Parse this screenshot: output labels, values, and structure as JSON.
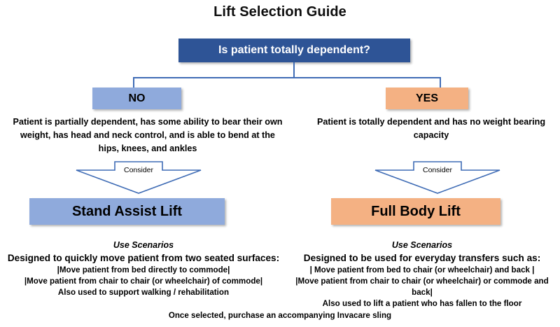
{
  "title": "Lift Selection Guide",
  "colors": {
    "root_box": "#2e5496",
    "blue_branch": "#8faadc",
    "orange_branch": "#f4b183",
    "connector_line": "#3f6cb5",
    "text": "#000000",
    "root_text": "#ffffff",
    "background": "#ffffff"
  },
  "root": {
    "label": "Is patient totally dependent?"
  },
  "branches": {
    "left": {
      "answer_label": "NO",
      "description": "Patient is partially dependent, has some ability to bear their own weight, has head and neck control, and is able to bend at the hips, knees, and ankles",
      "connector_label": "Consider",
      "recommendation": "Stand Assist Lift",
      "scenarios": {
        "heading": "Use Scenarios",
        "lead": "Designed to quickly move patient from two seated surfaces:",
        "items": [
          "|Move patient from bed directly to commode|",
          "|Move patient from chair to chair (or wheelchair) of commode|",
          "Also used to support walking / rehabilitation"
        ]
      }
    },
    "right": {
      "answer_label": "YES",
      "description": "Patient is totally dependent and has no weight bearing capacity",
      "connector_label": "Consider",
      "recommendation": "Full Body Lift",
      "scenarios": {
        "heading": "Use Scenarios",
        "lead": "Designed to be used for everyday transfers such as:",
        "items": [
          "| Move patient from bed to chair (or wheelchair) and back |",
          "|Move patient from chair to chair (or wheelchair) or commode and back|",
          "Also used to lift a patient who has fallen to the floor"
        ]
      }
    }
  },
  "footer": {
    "note": "Once selected, purchase an accompanying Invacare sling"
  }
}
